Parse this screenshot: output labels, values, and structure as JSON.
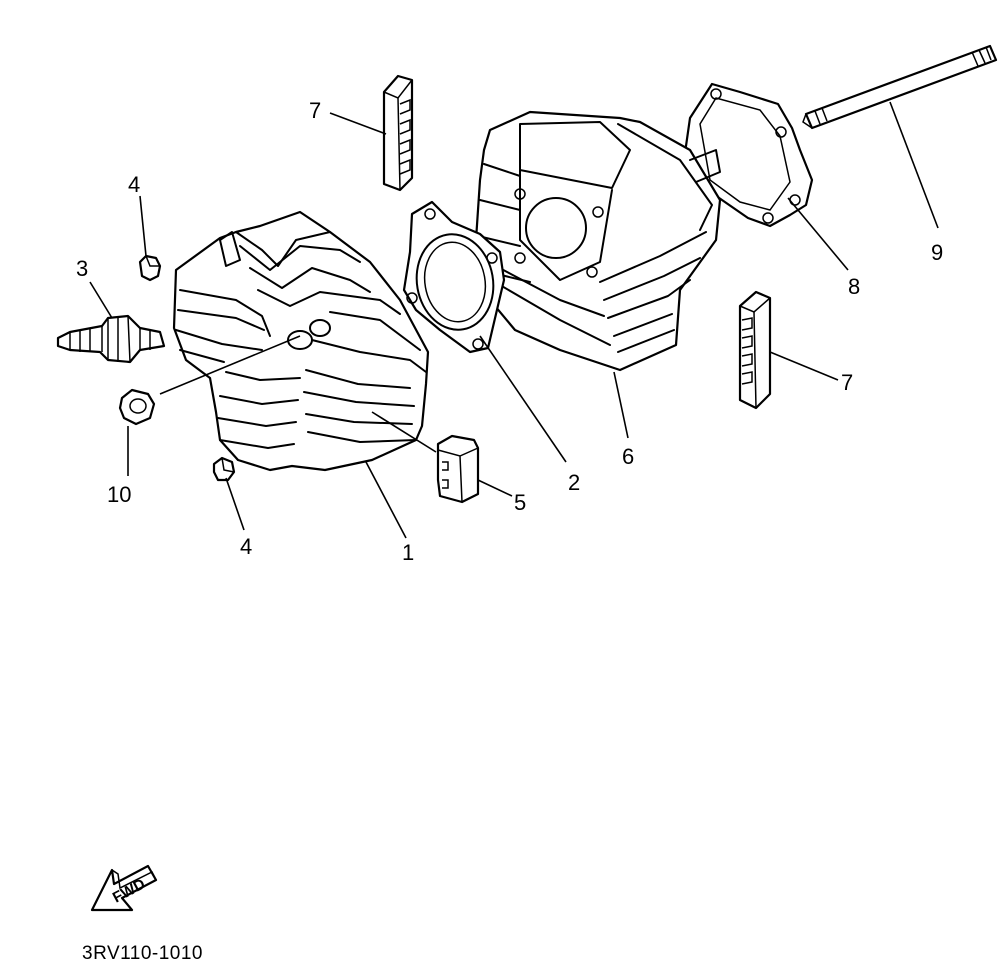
{
  "callouts": {
    "c1": "1",
    "c2": "2",
    "c3": "3",
    "c4a": "4",
    "c4b": "4",
    "c5": "5",
    "c6": "6",
    "c7a": "7",
    "c7b": "7",
    "c8": "8",
    "c9": "9",
    "c10": "10"
  },
  "fwd_label": "FWD",
  "diagram_code": "3RV110-1010",
  "colors": {
    "ink": "#000000",
    "paper": "#ffffff"
  }
}
